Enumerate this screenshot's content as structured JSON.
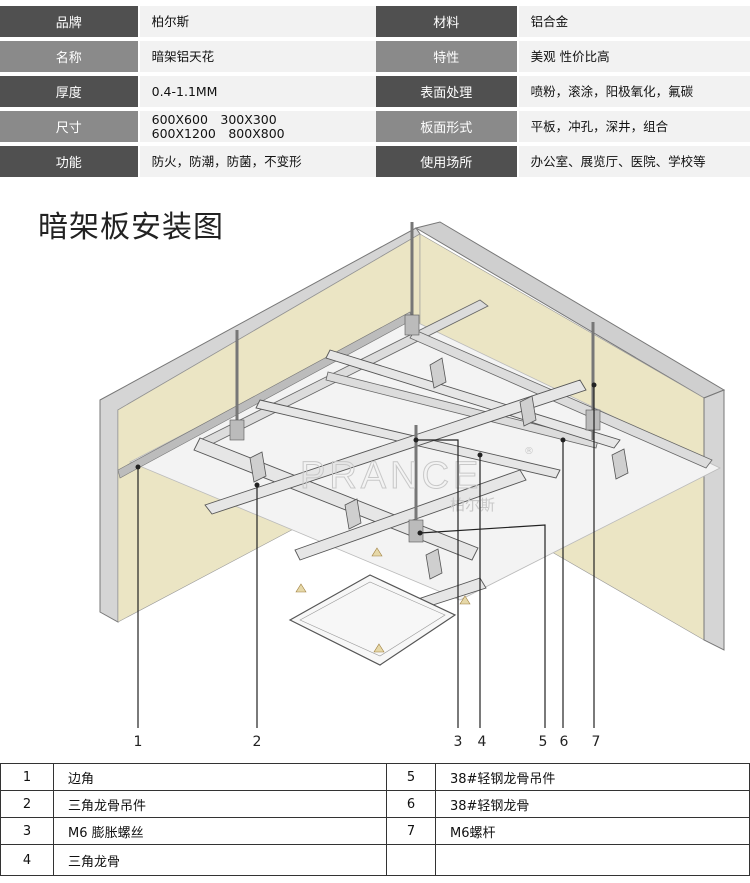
{
  "specs": [
    {
      "k1": "品牌",
      "v1": "柏尔斯",
      "k2": "材料",
      "v2": "铝合金"
    },
    {
      "k1": "名称",
      "v1": "暗架铝天花",
      "k2": "特性",
      "v2": "美观 性价比高"
    },
    {
      "k1": "厚度",
      "v1": "0.4-1.1MM",
      "k2": "表面处理",
      "v2": "喷粉，滚涂，阳极氧化，氟碳"
    },
    {
      "k1": "尺寸",
      "v1a": "600X600　300X300",
      "v1b": "600X1200　800X800",
      "k2": "板面形式",
      "v2": "平板，冲孔，深井，组合"
    },
    {
      "k1": "功能",
      "v1": "防火，防潮，防菌，不变形",
      "k2": "使用场所",
      "v2": "办公室、展览厅、医院、学校等"
    }
  ],
  "diagram_title": "暗架板安装图",
  "watermark": {
    "brand": "PRANCE",
    "cn": "柏尔斯",
    "reg": "®"
  },
  "callouts": [
    "1",
    "2",
    "3",
    "4",
    "5",
    "6",
    "7"
  ],
  "legend": [
    {
      "n": "1",
      "t": "边角",
      "n2": "5",
      "t2": "38#轻钢龙骨吊件"
    },
    {
      "n": "2",
      "t": "三角龙骨吊件",
      "n2": "6",
      "t2": "38#轻钢龙骨"
    },
    {
      "n": "3",
      "t": "M6 膨胀螺丝",
      "n2": "7",
      "t2": "M6螺杆"
    },
    {
      "n": "4",
      "t": "三角龙骨",
      "n2": "",
      "t2": ""
    }
  ]
}
